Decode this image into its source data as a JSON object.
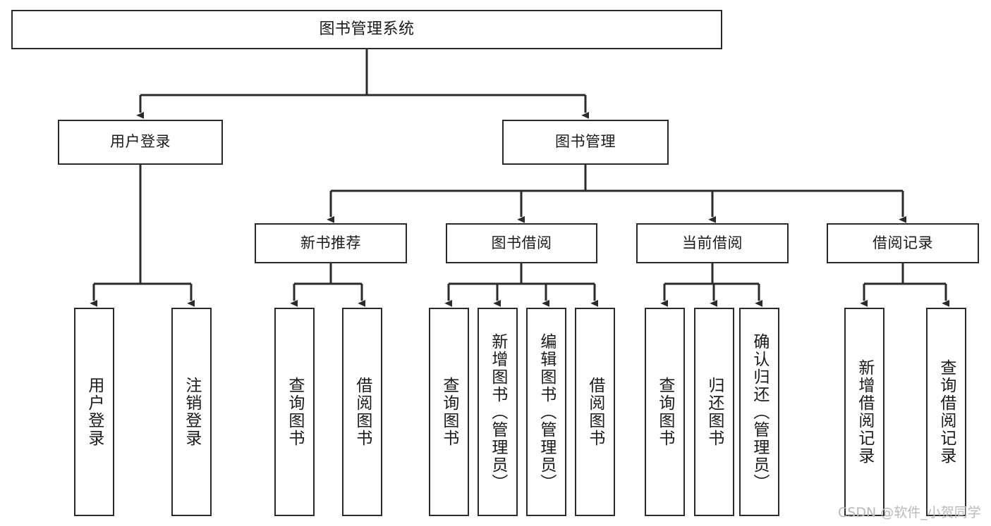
{
  "diagram": {
    "title": "图书管理系统",
    "type": "tree-hierarchy-chart",
    "line_color": "#2b2b2b",
    "box_fill": "#ffffff",
    "text_color": "#1a1a1a",
    "watermark": "CSDN @软件_小贺同学"
  },
  "nodes": {
    "root": {
      "label": "图书管理系统"
    },
    "level2": [
      {
        "label": "用户登录"
      },
      {
        "label": "图书管理"
      }
    ],
    "level3": [
      {
        "label": "新书推荐"
      },
      {
        "label": "图书借阅"
      },
      {
        "label": "当前借阅"
      },
      {
        "label": "借阅记录"
      }
    ],
    "leaves_user_login": [
      {
        "label": "用户登录"
      },
      {
        "label": "注销登录"
      }
    ],
    "leaves_new_book": [
      {
        "label": "查询图书"
      },
      {
        "label": "借阅图书"
      }
    ],
    "leaves_borrow": [
      {
        "label": "查询图书"
      },
      {
        "label": "新增图书（管理员）"
      },
      {
        "label": "编辑图书（管理员）"
      },
      {
        "label": "借阅图书"
      }
    ],
    "leaves_current": [
      {
        "label": "查询图书"
      },
      {
        "label": "归还图书"
      },
      {
        "label": "确认归还（管理员）"
      }
    ],
    "leaves_records": [
      {
        "label": "新增借阅记录"
      },
      {
        "label": "查询借阅记录"
      }
    ]
  }
}
